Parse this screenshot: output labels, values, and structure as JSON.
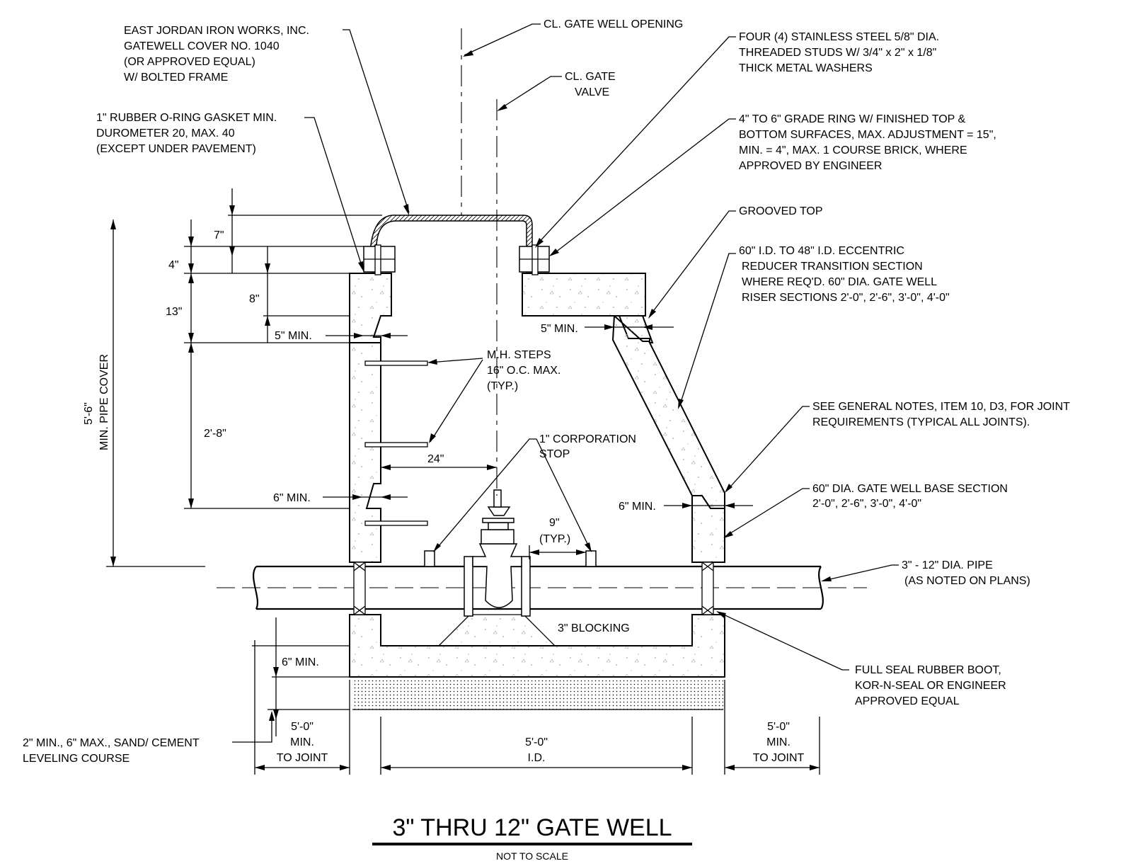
{
  "title": "3\" THRU 12\" GATE WELL",
  "subtitle": "NOT TO SCALE",
  "labels": {
    "cover_l1": "EAST JORDAN IRON WORKS, INC.",
    "cover_l2": "GATEWELL COVER NO. 1040",
    "cover_l3": "(OR APPROVED EQUAL)",
    "cover_l4": "W/ BOLTED FRAME",
    "cl_opening": "CL. GATE WELL OPENING",
    "cl_valve_l1": "CL. GATE",
    "cl_valve_l2": "VALVE",
    "gasket_l1": "1\" RUBBER O-RING GASKET MIN.",
    "gasket_l2": "DUROMETER 20, MAX. 40",
    "gasket_l3": "(EXCEPT UNDER PAVEMENT)",
    "studs_l1": "FOUR (4) STAINLESS STEEL 5/8\" DIA.",
    "studs_l2": "THREADED STUDS W/ 3/4\" x 2\" x 1/8\"",
    "studs_l3": "THICK METAL WASHERS",
    "ring_l1": "4\" TO 6\" GRADE RING W/ FINISHED TOP &",
    "ring_l2": "BOTTOM SURFACES, MAX. ADJUSTMENT = 15\",",
    "ring_l3": "MIN. = 4\", MAX. 1 COURSE BRICK, WHERE",
    "ring_l4": "APPROVED BY ENGINEER",
    "grooved": "GROOVED TOP",
    "reducer_l1": "60\" I.D. TO 48\" I.D. ECCENTRIC",
    "reducer_l2": "REDUCER TRANSITION SECTION",
    "reducer_l3": "WHERE REQ'D. 60\" DIA. GATE WELL",
    "reducer_l4": "RISER SECTIONS 2'-0\", 2'-6\", 3'-0\", 4'-0\"",
    "joints_l1": "SEE GENERAL NOTES, ITEM 10, D3, FOR JOINT",
    "joints_l2": "REQUIREMENTS (TYPICAL ALL JOINTS).",
    "steps_l1": "M.H. STEPS",
    "steps_l2": "16\" O.C. MAX.",
    "steps_l3": "(TYP.)",
    "corp_l1": "1\" CORPORATION",
    "corp_l2": "STOP",
    "base_l1": "60\" DIA. GATE WELL BASE SECTION",
    "base_l2": "2'-0\", 2'-6\", 3'-0\", 4'-0\"",
    "pipe_l1": "3\" - 12\" DIA. PIPE",
    "pipe_l2": "(AS NOTED ON PLANS)",
    "blocking": "3\" BLOCKING",
    "boot_l1": "FULL SEAL RUBBER BOOT,",
    "boot_l2": "KOR-N-SEAL OR ENGINEER",
    "boot_l3": "APPROVED EQUAL",
    "leveling_l1": "2\" MIN., 6\" MAX., SAND/ CEMENT",
    "leveling_l2": "LEVELING COURSE",
    "cover_l_1": "5'-6\"",
    "cover_l_2": "MIN. PIPE COVER"
  },
  "dimensions": {
    "d7": "7\"",
    "d4": "4\"",
    "d8": "8\"",
    "d13": "13\"",
    "d5min_left": "5\" MIN.",
    "d5min_right": "5\" MIN.",
    "d2_8": "2'-8\"",
    "d24": "24\"",
    "d6min_left": "6\" MIN.",
    "d6min_right": "6\" MIN.",
    "d9": "9\"",
    "d9typ": "(TYP.)",
    "d6min_base": "6\" MIN.",
    "left_joint_l1": "5'-0\"",
    "left_joint_l2": "MIN.",
    "left_joint_l3": "TO JOINT",
    "id_l1": "5'-0\"",
    "id_l2": "I.D.",
    "right_joint_l1": "5'-0\"",
    "right_joint_l2": "MIN.",
    "right_joint_l3": "TO JOINT"
  }
}
